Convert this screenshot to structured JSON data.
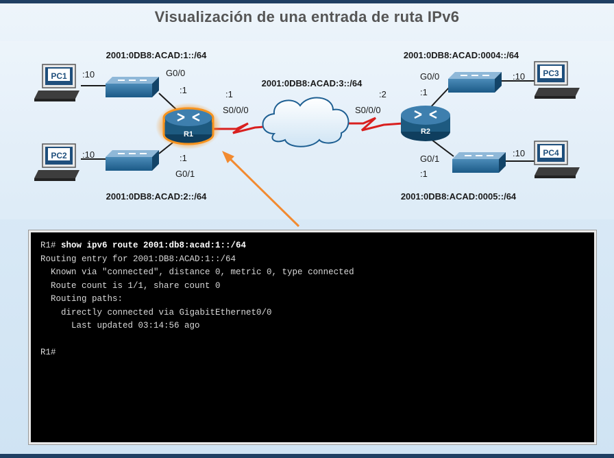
{
  "title": "Visualización de una entrada de ruta IPv6",
  "colors": {
    "router_body": "#1d5a80",
    "router_highlight": "#f7931e",
    "serial_link": "#d9201f",
    "pointer_arrow": "#f28a30",
    "terminal_bg": "#000000"
  },
  "network": {
    "lan_r1_g00": "2001:0DB8:ACAD:1::/64",
    "lan_r1_g01": "2001:0DB8:ACAD:2::/64",
    "wan_link": "2001:0DB8:ACAD:3::/64",
    "lan_r2_g00": "2001:0DB8:ACAD:0004::/64",
    "lan_r2_g01": "2001:0DB8:ACAD:0005::/64"
  },
  "devices": {
    "pc1": {
      "label": "PC1",
      "host": ":10"
    },
    "pc2": {
      "label": "PC2",
      "host": ":10"
    },
    "pc3": {
      "label": "PC3",
      "host": ":10"
    },
    "pc4": {
      "label": "PC4",
      "host": ":10"
    },
    "r1": {
      "label": "R1",
      "g00": {
        "name": "G0/0",
        "host": ":1"
      },
      "g01": {
        "name": "G0/1",
        "host": ":1"
      },
      "s000": {
        "name": "S0/0/0",
        "host": ":1"
      }
    },
    "r2": {
      "label": "R2",
      "g00": {
        "name": "G0/0",
        "host": ":1"
      },
      "g01": {
        "name": "G0/1",
        "host": ":1"
      },
      "s000": {
        "name": "S0/0/0",
        "host": ":2"
      }
    }
  },
  "terminal": {
    "prompt1": "R1# ",
    "command": "show ipv6 route 2001:db8:acad:1::/64",
    "output": "Routing entry for 2001:DB8:ACAD:1::/64\n  Known via \"connected\", distance 0, metric 0, type connected\n  Route count is 1/1, share count 0\n  Routing paths:\n    directly connected via GigabitEthernet0/0\n      Last updated 03:14:56 ago\n\n",
    "prompt2": "R1#"
  }
}
